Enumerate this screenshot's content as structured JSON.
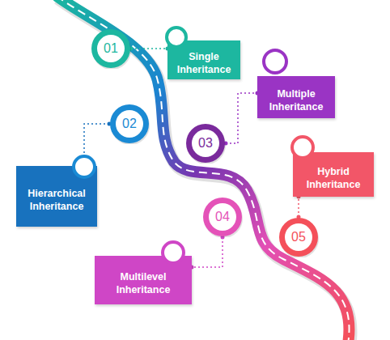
{
  "diagram": {
    "nodes": [
      {
        "text": [
          "01"
        ]
      },
      {
        "text": [
          "Single Inheritance"
        ]
      },
      {
        "text": [
          "02"
        ]
      },
      {
        "text": [
          "Hierarchical Inheritance"
        ]
      },
      {
        "text": [
          "03"
        ]
      },
      {
        "text": [
          "Multiple Inheritance"
        ]
      },
      {
        "text": [
          "04"
        ]
      },
      {
        "text": [
          "Multilevel Inheritance"
        ]
      },
      {
        "text": [
          "05"
        ]
      },
      {
        "text": [
          "Hybrid Inheritance"
        ]
      }
    ],
    "edges": [
      {
        "from": 0,
        "to": 1,
        "arrow": "none"
      },
      {
        "from": 2,
        "to": 3,
        "arrow": "none"
      },
      {
        "from": 4,
        "to": 5,
        "arrow": "none"
      },
      {
        "from": 6,
        "to": 7,
        "arrow": "none"
      },
      {
        "from": 8,
        "to": 9,
        "arrow": "none"
      }
    ]
  }
}
